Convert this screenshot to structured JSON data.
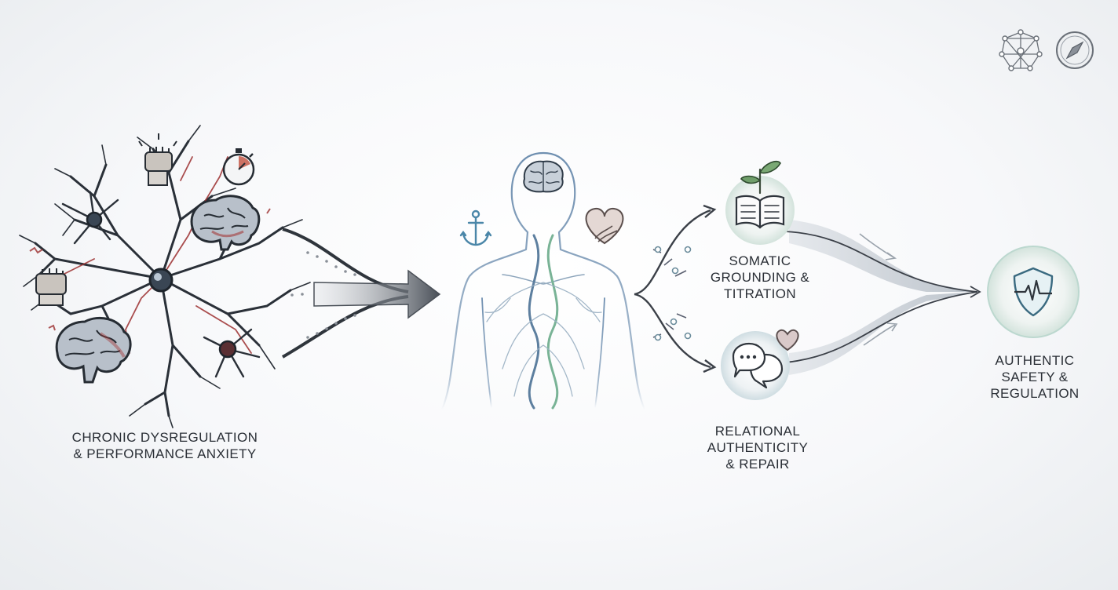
{
  "labels": {
    "left": [
      "CHRONIC DYSREGULATION",
      "& PERFORMANCE ANXIETY"
    ],
    "somatic": [
      "SOMATIC",
      "GROUNDING &",
      "TITRATION"
    ],
    "relational": [
      "RELATIONAL",
      "AUTHENTICITY",
      "& REPAIR"
    ],
    "outcome": [
      "AUTHENTIC",
      "SAFETY &",
      "REGULATION"
    ]
  },
  "icons": {
    "left_cluster": [
      "neuron-network-icon",
      "brain-icon",
      "brain-icon",
      "fist-icon",
      "fist-icon",
      "stopwatch-icon"
    ],
    "center": [
      "human-body-nervous-system-icon",
      "anchor-icon",
      "heart-hand-icon"
    ],
    "somatic": [
      "book-sprout-icon"
    ],
    "relational": [
      "chat-bubbles-icon",
      "heart-icon"
    ],
    "outcome": [
      "shield-heartbeat-icon"
    ],
    "corner": [
      "network-icon",
      "compass-icon"
    ]
  },
  "colors": {
    "ink": "#2a2f36",
    "stress_red": "#9c2f2f",
    "calm_blue": "#6f8fb0",
    "calm_green": "#7fb59a",
    "arrow_dark": "#3b4048"
  }
}
